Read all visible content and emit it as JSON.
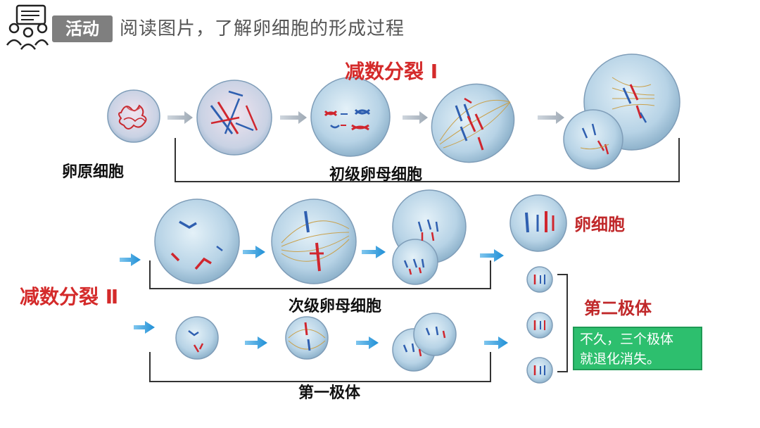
{
  "header": {
    "badge": "活动",
    "title": "阅读图片，了解卵细胞的形成过程"
  },
  "stages": {
    "meiosis_1": "减数分裂 Ⅰ",
    "meiosis_2": "减数分裂 Ⅱ"
  },
  "labels": {
    "oogonium": "卵原细胞",
    "primary_oocyte": "初级卵母细胞",
    "secondary_oocyte": "次级卵母细胞",
    "first_polar_body": "第一极体",
    "egg_cell": "卵细胞",
    "second_polar_body": "第二极体"
  },
  "note": {
    "line1": "不久，三个极体",
    "line2": "就退化消失。"
  },
  "colors": {
    "red_chromosome": "#d0262e",
    "blue_chromosome": "#2f5fb0",
    "cell_fill": "#b7d7ea",
    "label_red": "#c0282a",
    "note_green": "#2dbf6e"
  }
}
